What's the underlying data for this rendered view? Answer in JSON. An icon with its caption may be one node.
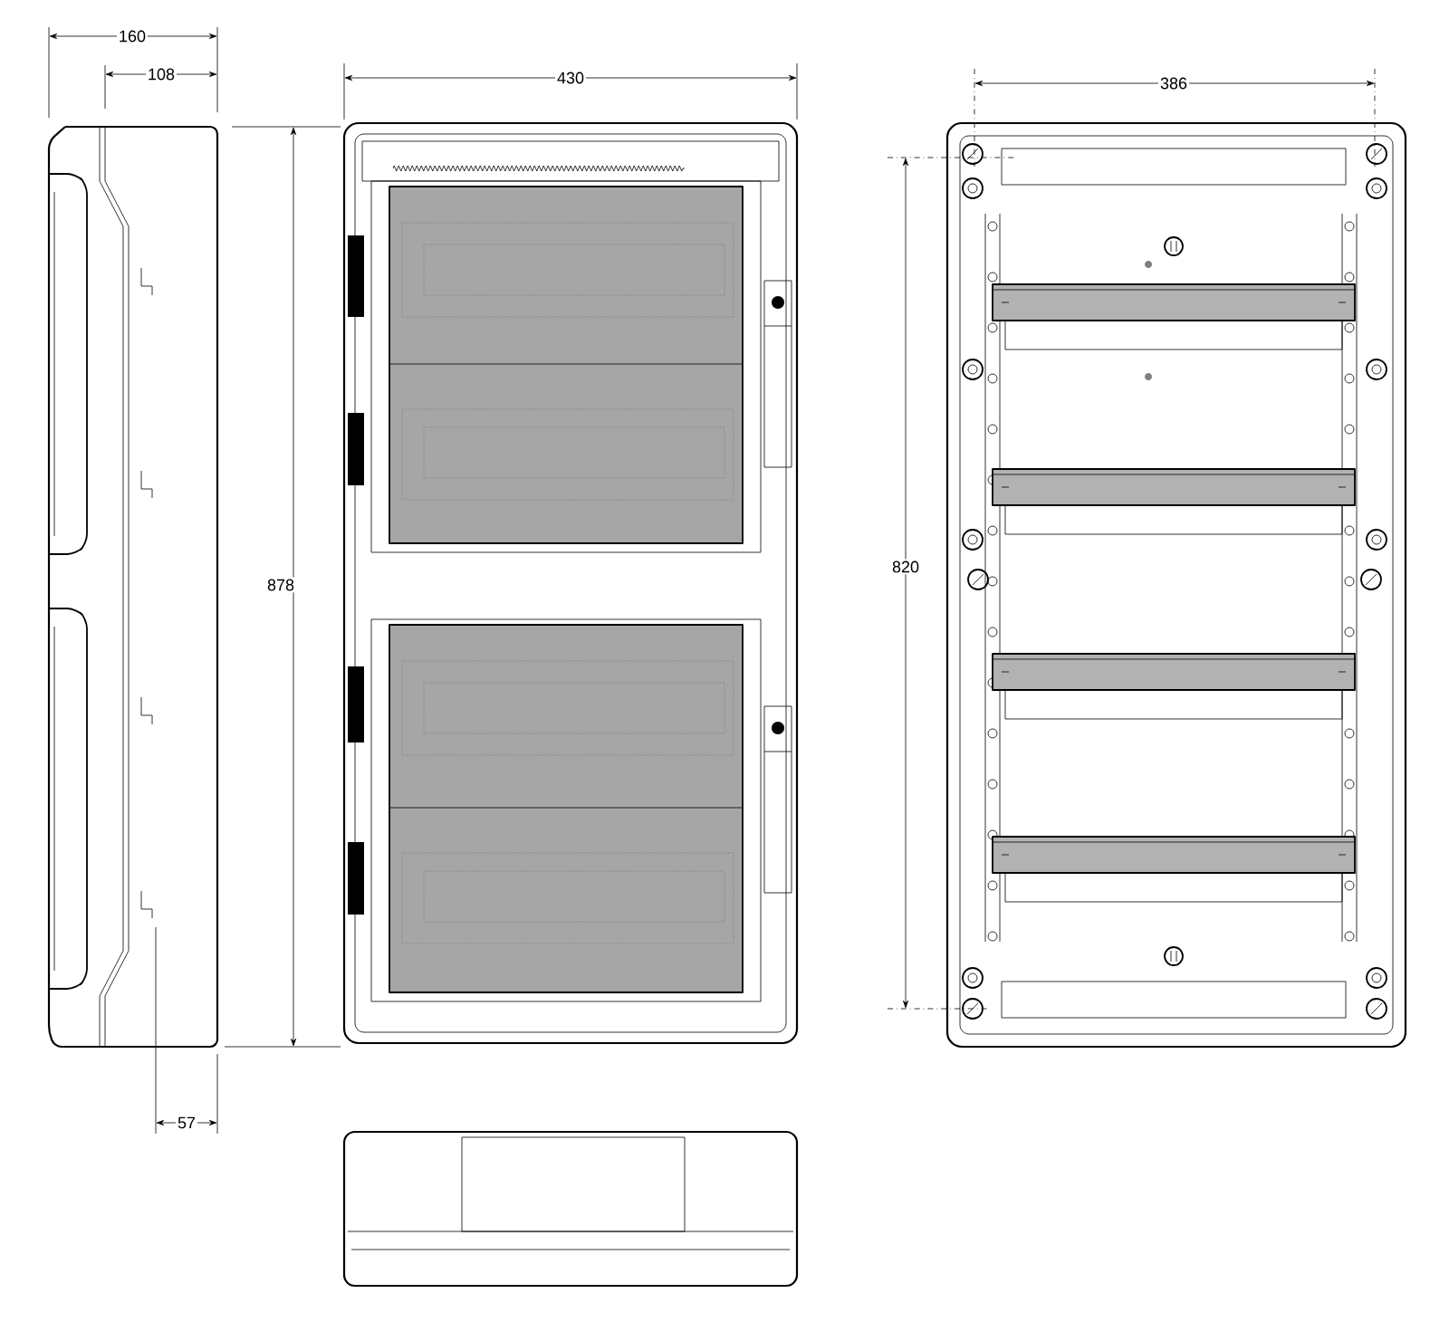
{
  "diagram": {
    "labels": [
      "160",
      "108",
      "430",
      "386",
      "878",
      "820",
      "57"
    ]
  }
}
